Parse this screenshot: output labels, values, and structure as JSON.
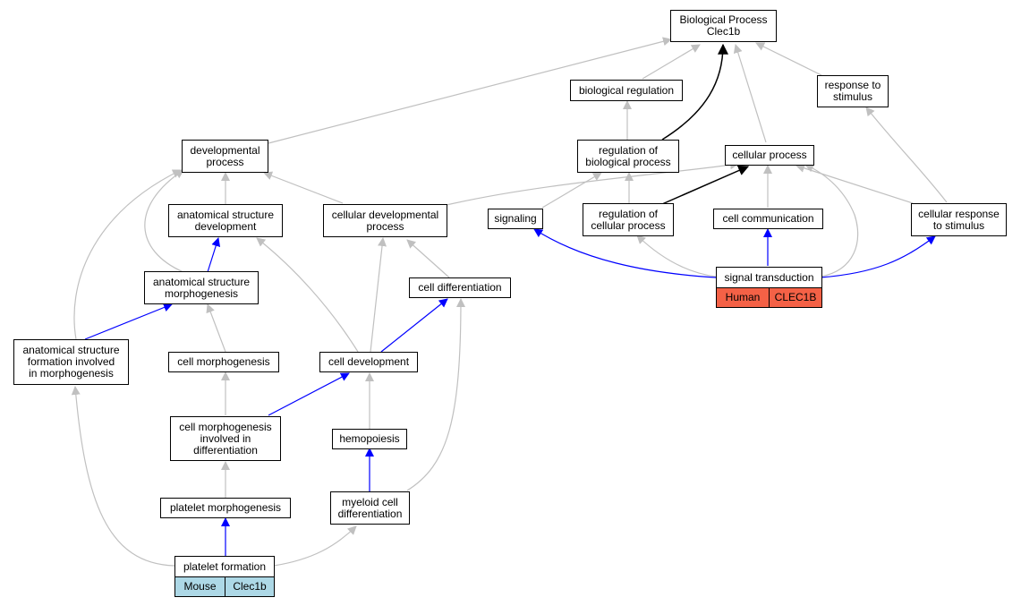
{
  "nodes": {
    "bp": "Biological Process\nClec1b",
    "breg": "biological regulation",
    "resp": "response to\nstimulus",
    "dev": "developmental\nprocess",
    "rbp": "regulation of\nbiological process",
    "cp": "cellular process",
    "asd": "anatomical structure\ndevelopment",
    "cdp": "cellular developmental\nprocess",
    "sig": "signaling",
    "rcp": "regulation of\ncellular process",
    "cc": "cell communication",
    "crs": "cellular response\nto stimulus",
    "asm": "anatomical structure\nmorphogenesis",
    "cdiff": "cell differentiation",
    "st": "signal transduction",
    "asf": "anatomical structure\nformation involved\nin morphogenesis",
    "cm": "cell morphogenesis",
    "cdev": "cell development",
    "cmid": "cell morphogenesis\ninvolved in\ndifferentiation",
    "hem": "hemopoiesis",
    "pm": "platelet morphogenesis",
    "mcd": "myeloid cell\ndifferentiation",
    "pf": "platelet formation"
  },
  "tags": {
    "pf_species": "Mouse",
    "pf_gene": "Clec1b",
    "st_species": "Human",
    "st_gene": "CLEC1B"
  },
  "colors": {
    "is_a": "#c0c0c0",
    "part_of": "#0000ff",
    "regulates": "#000000",
    "mouse": "#add8e6",
    "human": "#f46146"
  }
}
